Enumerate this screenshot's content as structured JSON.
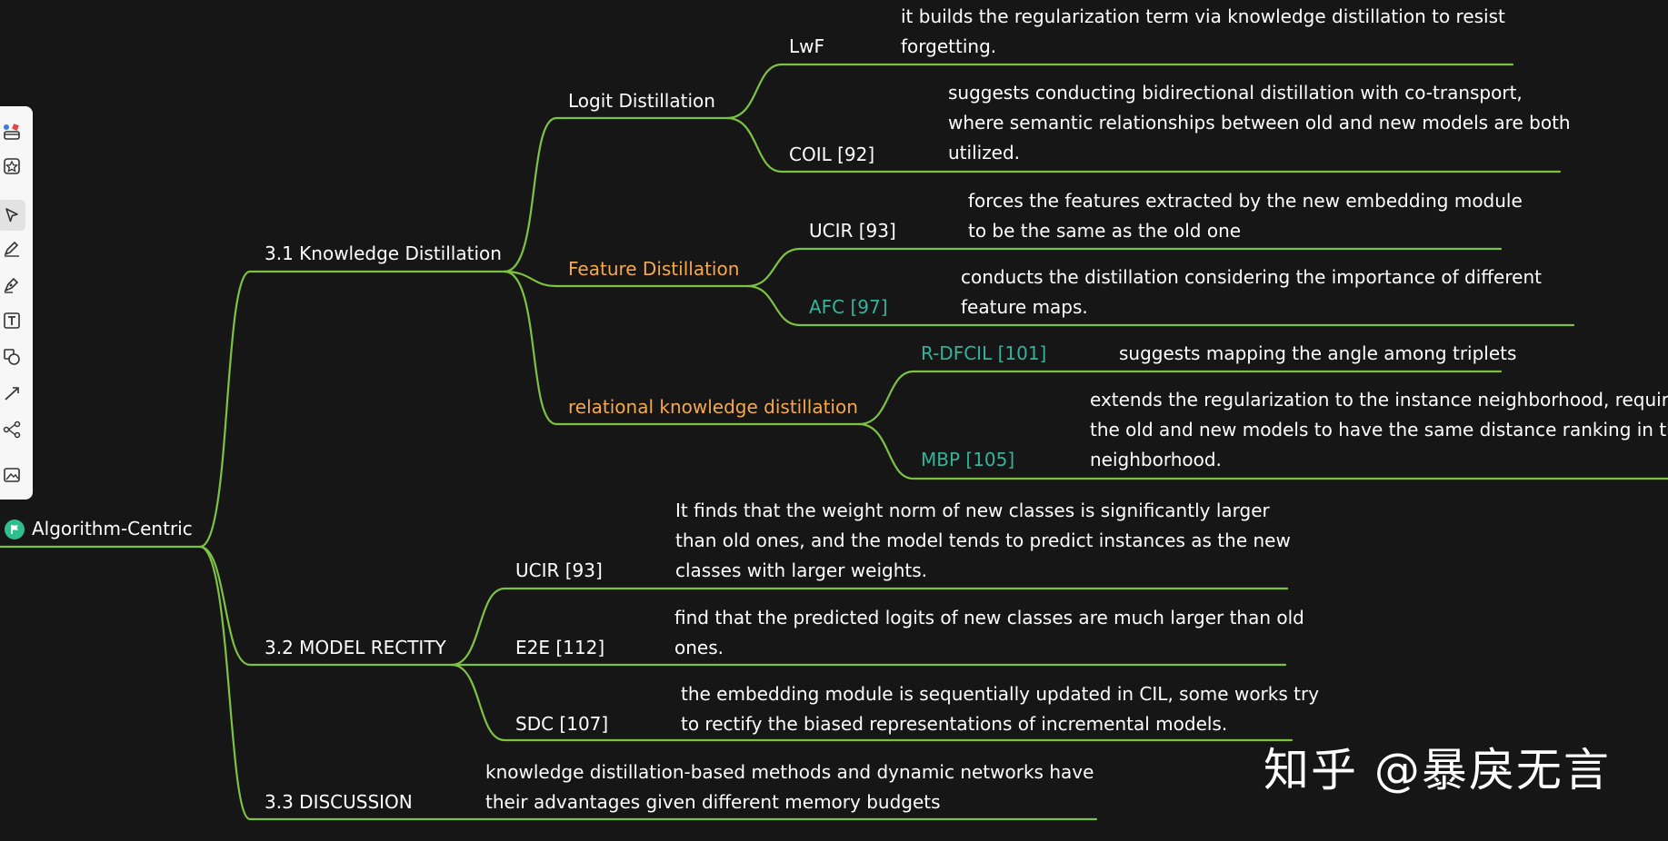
{
  "colors": {
    "background": "#161616",
    "branch": "#7dc242",
    "orange": "#f5a94a",
    "teal": "#35b39a",
    "text": "#ffffff"
  },
  "toolbar": {
    "icons": [
      "insert-icon",
      "frame-icon",
      "select-icon",
      "marker-icon",
      "pen-icon",
      "text-icon",
      "shape-icon",
      "connector-icon",
      "mindmap-icon",
      "image-icon"
    ]
  },
  "root": {
    "label": "Algorithm-Centric"
  },
  "sections": {
    "kd": {
      "label": "3.1 Knowledge Distillation"
    },
    "mr": {
      "label": "3.2 MODEL RECTITY"
    },
    "disc": {
      "label": "3.3 DISCUSSION"
    }
  },
  "kd": {
    "logit": {
      "label": "Logit Distillation"
    },
    "feature": {
      "label": "Feature Distillation"
    },
    "relational": {
      "label": "relational knowledge distillation"
    }
  },
  "methods": {
    "lwf": {
      "label": "LwF",
      "desc": [
        "it builds the regularization  term via knowledge distillation to resist",
        "forgetting."
      ]
    },
    "coil": {
      "label": "COIL [92]",
      "desc": [
        "suggests conducting bidirectional distillation  with co-transport,",
        "where semantic relationships between old and  new models are both",
        "utilized."
      ]
    },
    "ucir": {
      "label": "UCIR [93]",
      "desc": [
        " forces the features extracted by the new embedding module",
        "to be the same as the old one"
      ]
    },
    "afc": {
      "label": "AFC [97]",
      "desc": [
        "conducts the distillation  considering the importance of different",
        "feature maps."
      ]
    },
    "rdfcil": {
      "label": "R-DFCIL [101]",
      "desc": [
        "suggests mapping the angle among triplets"
      ]
    },
    "mbp": {
      "label": "MBP [105]",
      "desc": [
        "extends the regularization to the  instance neighborhood, requiring",
        "the old and new models to have the same distance ranking in the",
        "neighborhood."
      ]
    },
    "ucir2": {
      "label": "UCIR [93]",
      "desc": [
        " It finds that the weight norm of new classes is  significantly larger",
        "than old ones, and the model tends to predict instances as the new",
        "classes with larger weights."
      ]
    },
    "e2e": {
      "label": "E2E [112]",
      "desc": [
        "find that the predicted logits  of new classes are much larger than old",
        "ones."
      ]
    },
    "sdc": {
      "label": "SDC [107]",
      "desc": [
        "the embedding module is sequentially updated  in CIL, some works try",
        "to rectify the biased representations of  incremental models."
      ]
    }
  },
  "discussion": {
    "desc": [
      "knowledge distillation-based methods and  dynamic networks have",
      "their advantages given different memory budgets"
    ]
  },
  "watermark": {
    "text": "知乎 @暴戾无言"
  }
}
